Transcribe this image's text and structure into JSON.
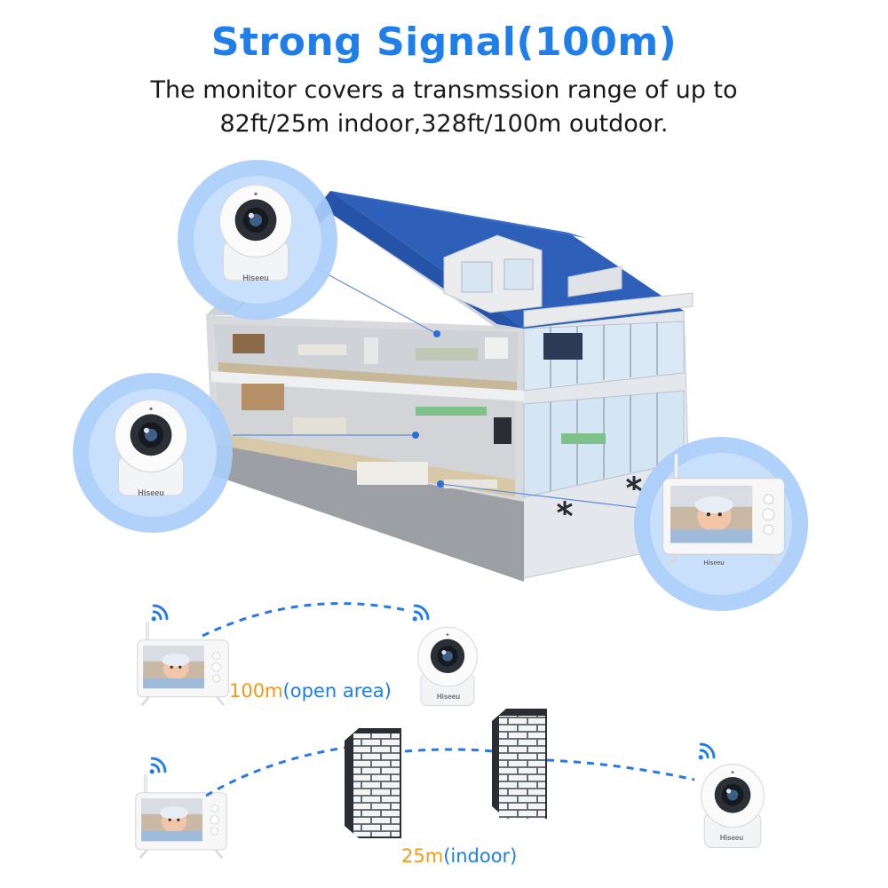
{
  "header": {
    "title": "Strong Signal(100m)",
    "subtitle_line1": "The monitor covers  a transmssion range of up to",
    "subtitle_line2": "82ft/25m indoor,328ft/100m outdoor."
  },
  "brand": {
    "camera_logo": "Hiseeu",
    "monitor_logo": "Hiseeu"
  },
  "ranges": {
    "open_area": {
      "value": "100m",
      "label": "(open area)"
    },
    "indoor": {
      "value": "25m",
      "label": "(indoor)"
    }
  },
  "colors": {
    "accent_blue": "#1f7ee8",
    "range_orange": "#f39a1e",
    "circle_blue": "#a9cdfa",
    "roof_blue": "#2553a8"
  }
}
